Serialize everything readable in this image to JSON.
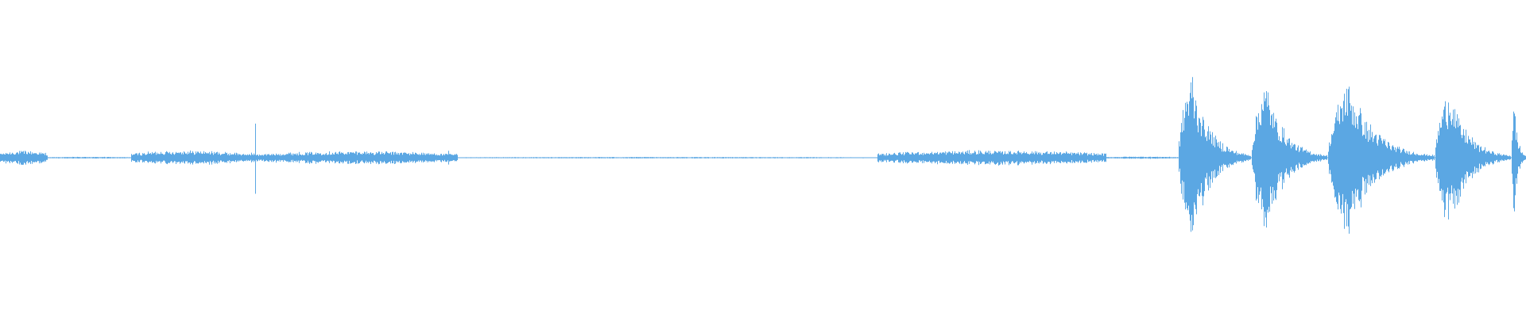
{
  "waveform": {
    "color": "#5ba7e3",
    "background": "#ffffff",
    "segments": [
      {
        "start": 0.0,
        "end": 0.031,
        "level": 0.05,
        "shape": "noise"
      },
      {
        "start": 0.031,
        "end": 0.086,
        "level": 0.006,
        "shape": "noise"
      },
      {
        "start": 0.086,
        "end": 0.16,
        "level": 0.05,
        "shape": "noise"
      },
      {
        "start": 0.16,
        "end": 0.17,
        "level": 0.035,
        "shape": "noise"
      },
      {
        "start": 0.17,
        "end": 0.3,
        "level": 0.045,
        "shape": "noise"
      },
      {
        "start": 0.3,
        "end": 0.575,
        "level": 0.005,
        "shape": "noise"
      },
      {
        "start": 0.575,
        "end": 0.725,
        "level": 0.05,
        "shape": "noise"
      },
      {
        "start": 0.725,
        "end": 0.772,
        "level": 0.008,
        "shape": "noise"
      },
      {
        "start": 0.772,
        "end": 0.82,
        "level": 0.62,
        "shape": "burst"
      },
      {
        "start": 0.82,
        "end": 0.87,
        "level": 0.55,
        "shape": "burst"
      },
      {
        "start": 0.87,
        "end": 0.94,
        "level": 0.57,
        "shape": "burst"
      },
      {
        "start": 0.94,
        "end": 0.99,
        "level": 0.52,
        "shape": "burst"
      },
      {
        "start": 0.99,
        "end": 1.0,
        "level": 0.42,
        "shape": "burst"
      }
    ],
    "spikes": [
      {
        "at": 0.167,
        "level": 0.24
      },
      {
        "at": 0.294,
        "level": 0.05
      }
    ]
  }
}
